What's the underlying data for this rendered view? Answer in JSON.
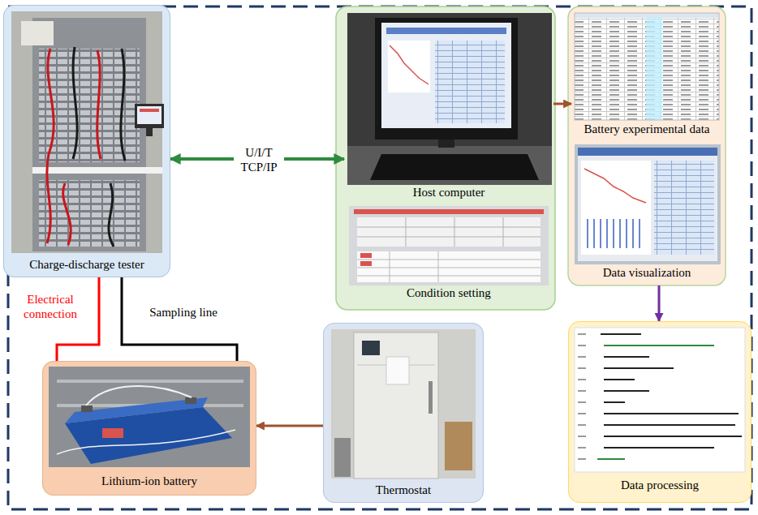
{
  "diagram": {
    "nodes": [
      {
        "text": [
          "Charge-discharge tester"
        ]
      },
      {
        "text": [
          "Host computer"
        ]
      },
      {
        "text": [
          "Condition setting"
        ]
      },
      {
        "text": [
          "Battery experimental data"
        ]
      },
      {
        "text": [
          "Data visualization"
        ]
      },
      {
        "text": [
          "Data processing"
        ]
      },
      {
        "text": [
          "Thermostat"
        ]
      },
      {
        "text": [
          "Lithium-ion battery"
        ]
      }
    ],
    "edges": [
      {
        "from": 0,
        "to": 1,
        "arrow": "both",
        "label": "U/I/T TCP/IP"
      },
      {
        "from": 1,
        "to": 3,
        "arrow": "to"
      },
      {
        "from": 4,
        "to": 5,
        "arrow": "to"
      },
      {
        "from": 0,
        "to": 7,
        "arrow": "none",
        "label": "Electrical connection"
      },
      {
        "from": 0,
        "to": 7,
        "arrow": "none",
        "label": "Sampling line"
      },
      {
        "from": 6,
        "to": 7,
        "arrow": "to"
      }
    ]
  }
}
